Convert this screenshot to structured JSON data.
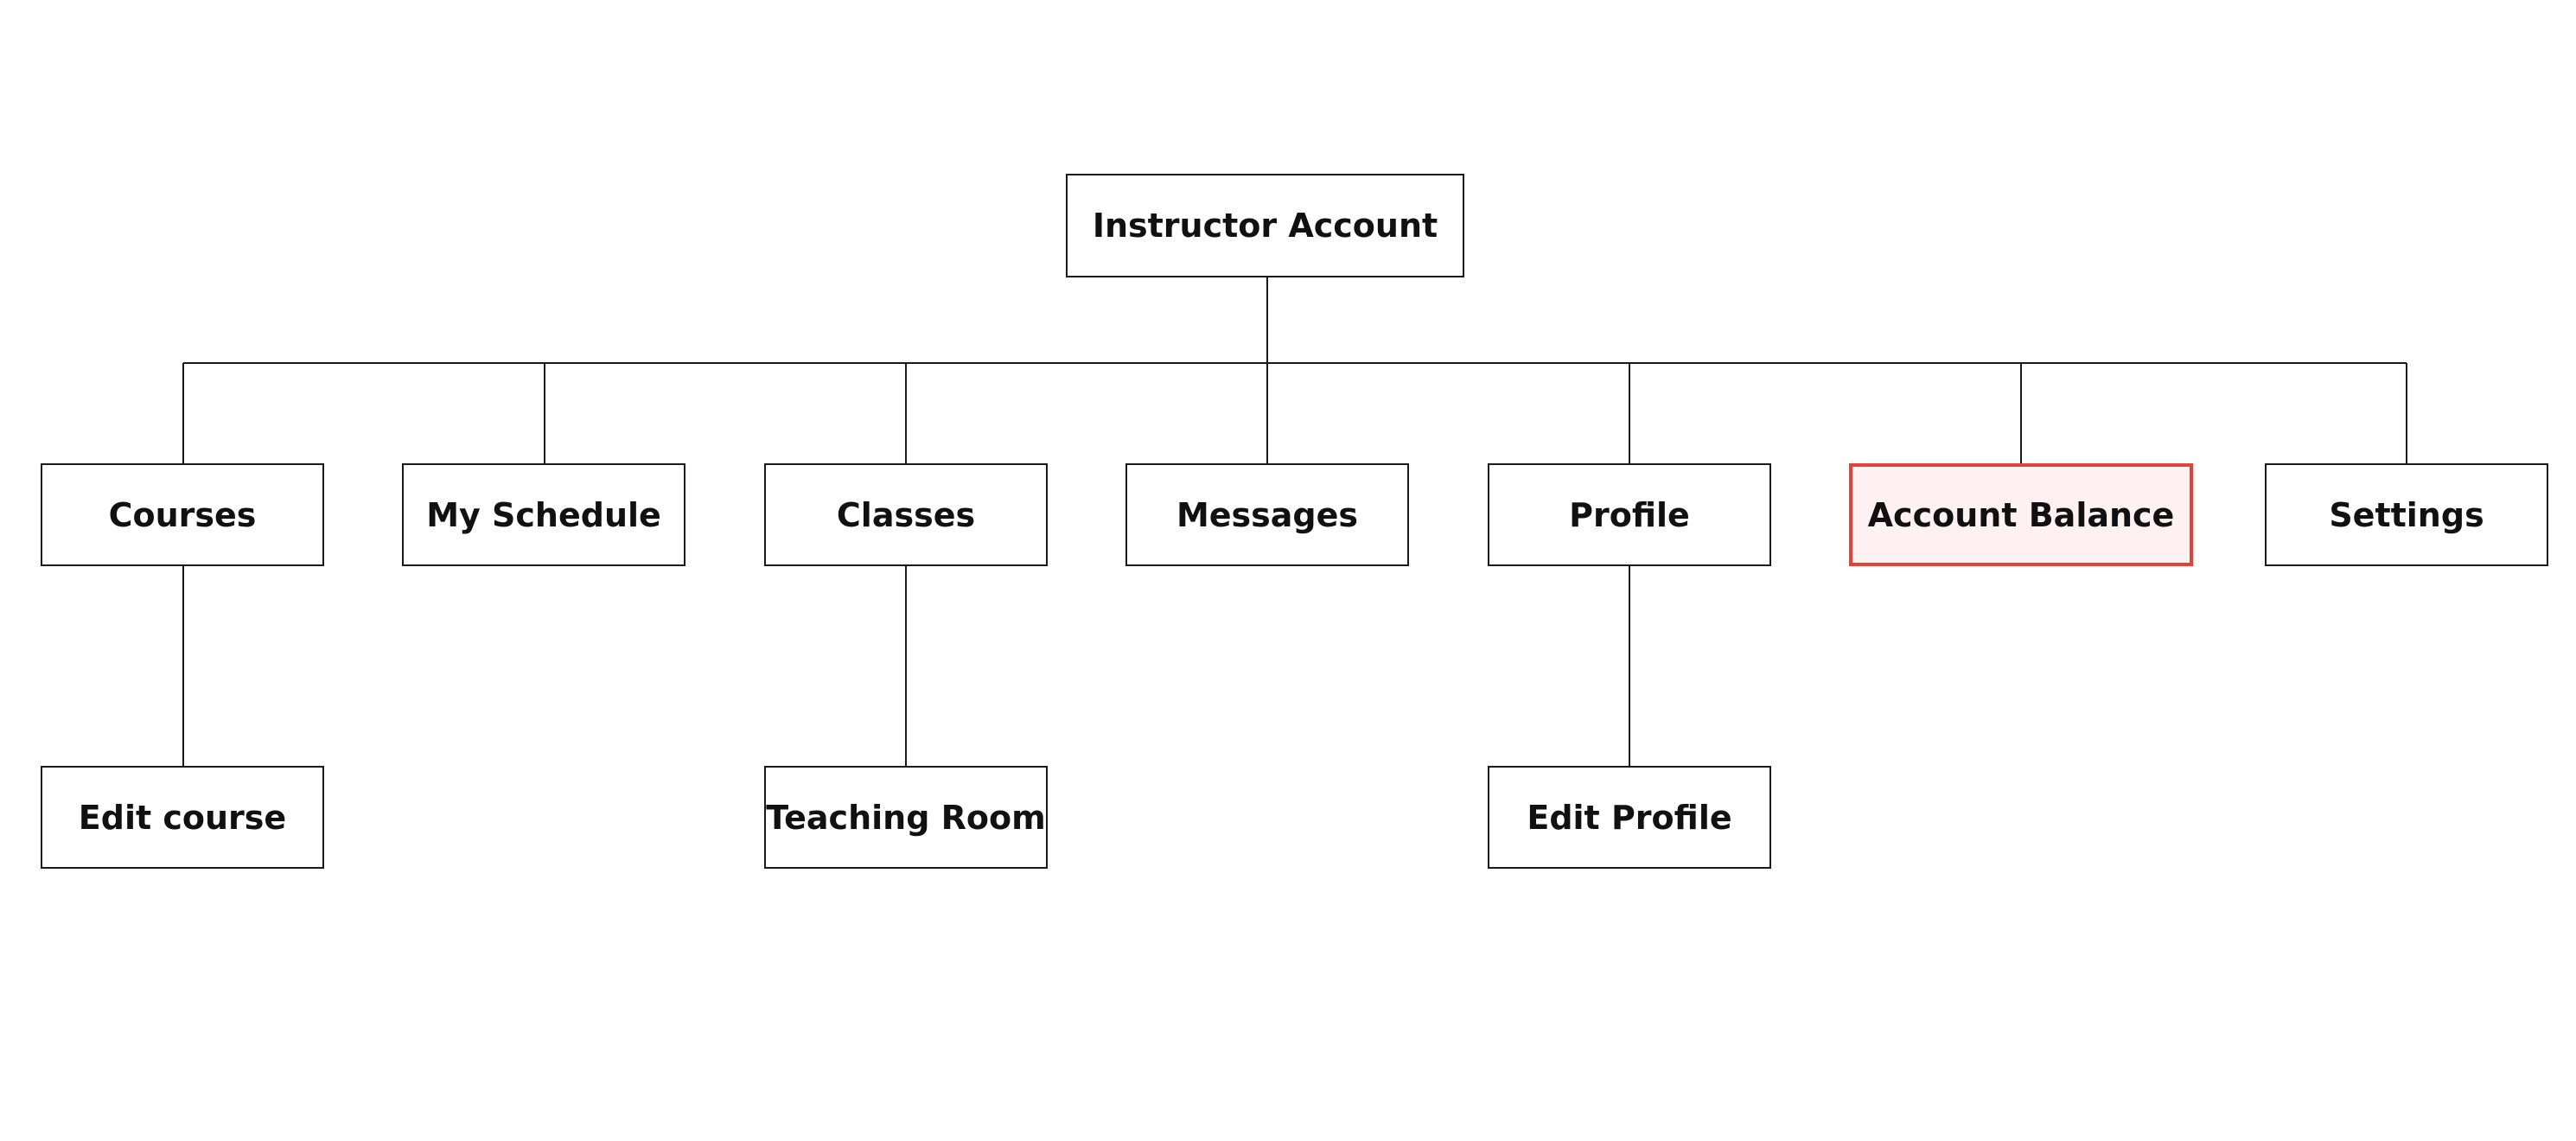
{
  "diagram": {
    "root": {
      "label": "Instructor Account"
    },
    "nodes": [
      {
        "key": "courses",
        "label": "Courses"
      },
      {
        "key": "my-schedule",
        "label": "My Schedule"
      },
      {
        "key": "classes",
        "label": "Classes"
      },
      {
        "key": "messages",
        "label": "Messages"
      },
      {
        "key": "profile",
        "label": "Profile"
      },
      {
        "key": "account-balance",
        "label": "Account Balance",
        "highlighted": true
      },
      {
        "key": "settings",
        "label": "Settings"
      }
    ],
    "children": [
      {
        "parent": "courses",
        "label": "Edit course"
      },
      {
        "parent": "classes",
        "label": "Teaching Room"
      },
      {
        "parent": "profile",
        "label": "Edit Profile"
      }
    ],
    "colors": {
      "line": "#1a1a1a",
      "highlight_border": "#e5413b",
      "highlight_fill": "#fff1f2"
    }
  }
}
